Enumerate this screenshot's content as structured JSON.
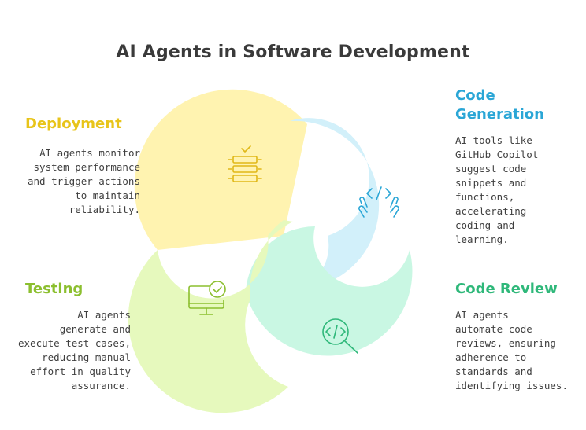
{
  "title": "AI Agents in Software Development",
  "sections": {
    "deployment": {
      "heading": "Deployment",
      "lines": [
        "AI agents monitor",
        "system performance",
        "and trigger actions",
        "to maintain",
        "reliability."
      ],
      "color": "#e8c419",
      "icon": "server-check-icon"
    },
    "code_generation": {
      "heading_lines": [
        "Code",
        "Generation"
      ],
      "lines": [
        "AI tools like",
        "GitHub Copilot",
        "suggest code",
        "snippets and",
        "functions,",
        "accelerating",
        "coding and",
        "learning."
      ],
      "color": "#2aa6d6",
      "icon": "hands-code-icon"
    },
    "testing": {
      "heading": "Testing",
      "lines": [
        "AI agents",
        "generate and",
        "execute test cases,",
        "reducing manual",
        "effort in quality",
        "assurance."
      ],
      "color": "#8cbf2f",
      "icon": "monitor-check-icon"
    },
    "code_review": {
      "heading": "Code Review",
      "lines": [
        "AI agents",
        "automate code",
        "reviews, ensuring",
        "adherence to",
        "standards and",
        "identifying issues."
      ],
      "color": "#2fb87a",
      "icon": "code-magnifier-icon"
    }
  },
  "fills": {
    "deployment": "#fff3b0",
    "code_generation": "#d2f0fa",
    "testing": "#e6f9bd",
    "code_review": "#c9f7e3"
  }
}
